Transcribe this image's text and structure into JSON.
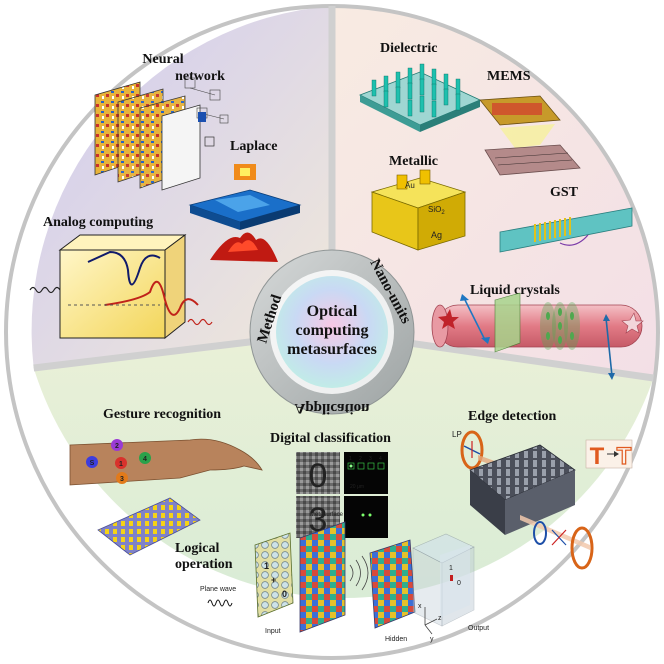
{
  "center": {
    "title_line1": "Optical",
    "title_line2": "computing",
    "title_line3": "metasurfaces",
    "ring_labels": {
      "left": "Method",
      "right": "Nano-units",
      "bottom": "Application"
    }
  },
  "method_section": {
    "labels": {
      "neural_line1": "Neural",
      "neural_line2": "network",
      "laplace": "Laplace",
      "analog": "Analog  computing"
    }
  },
  "nano_section": {
    "labels": {
      "dielectric": "Dielectric",
      "mems": "MEMS",
      "metallic": "Metallic",
      "gst": "GST",
      "liquid_crystals": "Liquid crystals",
      "au": "Au",
      "sio2": "SiO",
      "sio2_sub": "2",
      "ag": "Ag"
    }
  },
  "application_section": {
    "labels": {
      "gesture": "Gesture recognition",
      "digital": "Digital classification",
      "edge": "Edge detection",
      "logical_line1": "Logical",
      "logical_line2": "operation",
      "plane_wave": "Plane wave",
      "input": "Input",
      "hidden": "Hidden",
      "output": "Output",
      "metasurface": "Metasurface",
      "lp": "LP",
      "scale": "20 μm",
      "digit_tiles": [
        "1",
        "2",
        "3",
        "4"
      ],
      "gesture_marks": [
        "S",
        "2",
        "1",
        "4",
        "3"
      ],
      "logic_marks": [
        "1",
        "+",
        "0"
      ],
      "digits": [
        "0",
        "3"
      ],
      "edge_letter": "T",
      "axis_x": "x",
      "axis_y": "y",
      "axis_z": "z",
      "output_marks": [
        "1",
        "0"
      ]
    }
  },
  "colors": {
    "method_bg": "#d9d6ef",
    "nano_bg": "#f6eadf",
    "app_bg": "#e4efd8",
    "divider": "#c9c9c9",
    "center_ring": "#b9bdbd",
    "accent_red": "#d11f1f"
  }
}
